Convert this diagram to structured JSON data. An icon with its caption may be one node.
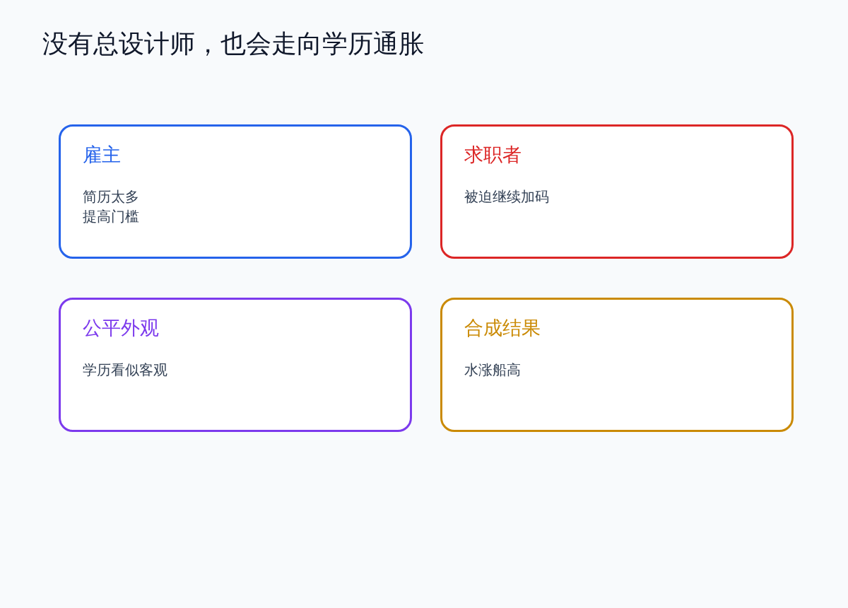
{
  "diagram": {
    "title": "没有总设计师，也会走向学历通胀",
    "nodes": [
      {
        "text": [
          "雇主",
          "简历太多",
          "提高门槛"
        ]
      },
      {
        "text": [
          "求职者",
          "被迫继续加码"
        ]
      },
      {
        "text": [
          "公平外观",
          "学历看似客观"
        ]
      },
      {
        "text": [
          "合成结果",
          "水涨船高"
        ]
      }
    ]
  }
}
